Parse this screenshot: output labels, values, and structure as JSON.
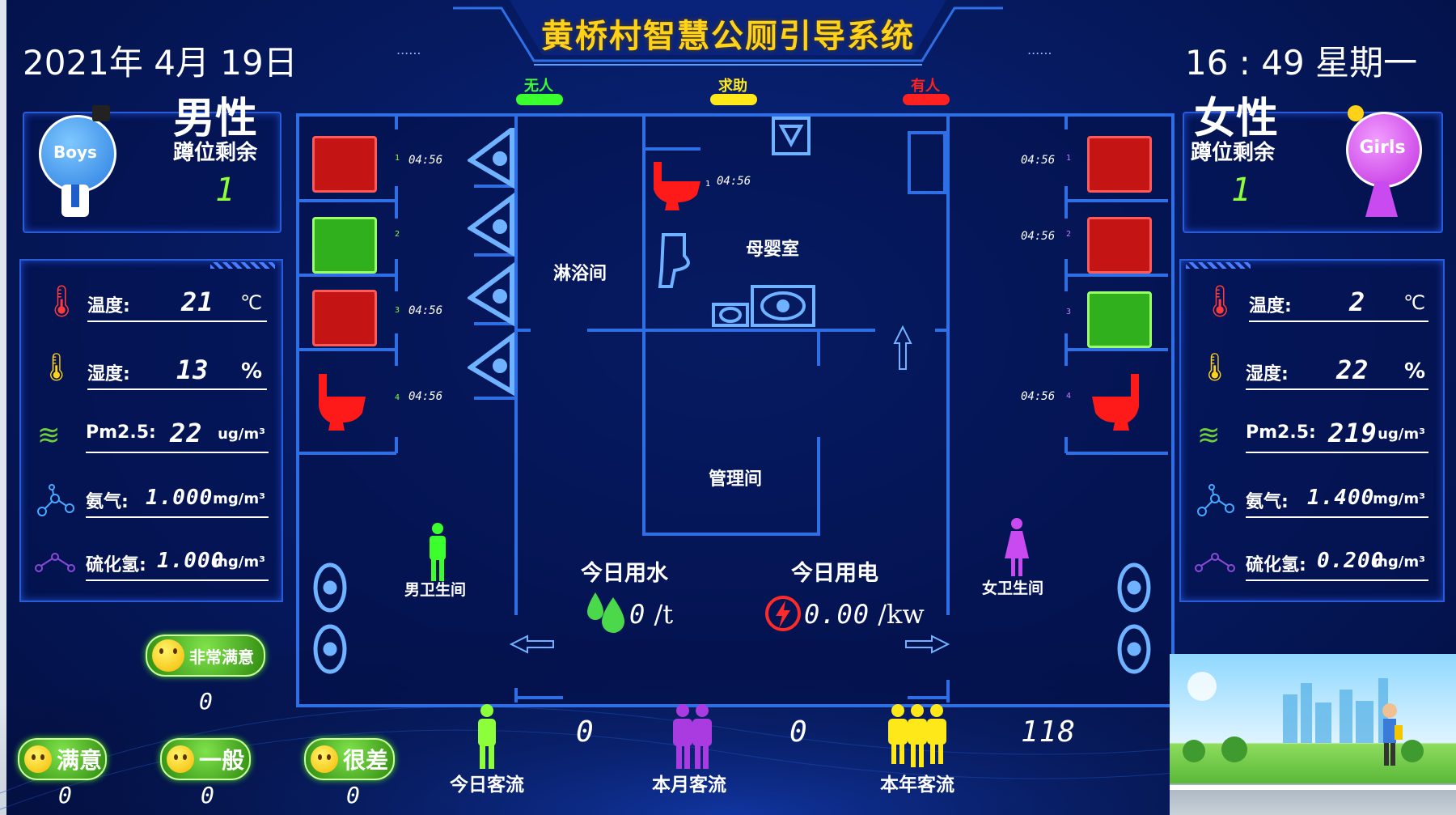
{
  "header": {
    "title": "黄桥村智慧公厕引导系统",
    "date": "2021年 4月 19日",
    "time": "16 : 49 星期一",
    "dots": "......"
  },
  "status_legend": [
    {
      "label": "无人",
      "color": "#3cff2e"
    },
    {
      "label": "求助",
      "color": "#ffe81a"
    },
    {
      "label": "有人",
      "color": "#ff2020"
    }
  ],
  "male": {
    "heading": "男性",
    "sub": "蹲位剩余",
    "remaining": "1",
    "avatar_text": "Boys",
    "env": {
      "temp_label": "温度:",
      "temp": "21",
      "temp_unit": "℃",
      "hum_label": "湿度:",
      "hum": "13",
      "hum_unit": "%",
      "pm_label": "Pm2.5:",
      "pm": "22",
      "pm_unit": "ug/m³",
      "nh3_label": "氨气:",
      "nh3": "1.000",
      "nh3_unit": "mg/m³",
      "h2s_label": "硫化氢:",
      "h2s": "1.000",
      "h2s_unit": "mg/m³"
    }
  },
  "female": {
    "heading": "女性",
    "sub": "蹲位剩余",
    "remaining": "1",
    "avatar_text": "Girls",
    "env": {
      "temp_label": "温度:",
      "temp": "2",
      "temp_unit": "℃",
      "hum_label": "湿度:",
      "hum": "22",
      "hum_unit": "%",
      "pm_label": "Pm2.5:",
      "pm": "219",
      "pm_unit": "ug/m³",
      "nh3_label": "氨气:",
      "nh3": "1.400",
      "nh3_unit": "mg/m³",
      "h2s_label": "硫化氢:",
      "h2s": "0.200",
      "h2s_unit": "mg/m³"
    }
  },
  "floor": {
    "shower": "淋浴间",
    "mother_baby": "母婴室",
    "management": "管理间",
    "male_restroom": "男卫生间",
    "female_restroom": "女卫生间",
    "male_stalls": [
      {
        "no": "1",
        "time": "04:56",
        "status": "occupied"
      },
      {
        "no": "2",
        "time": "",
        "status": "free"
      },
      {
        "no": "3",
        "time": "04:56",
        "status": "occupied"
      },
      {
        "no": "4",
        "time": "04:56",
        "status": "occupied"
      }
    ],
    "female_stalls": [
      {
        "no": "1",
        "time": "04:56",
        "status": "occupied"
      },
      {
        "no": "2",
        "time": "04:56",
        "status": "occupied"
      },
      {
        "no": "3",
        "time": "",
        "status": "free"
      },
      {
        "no": "4",
        "time": "04:56",
        "status": "occupied"
      }
    ],
    "mother_stall": {
      "no": "1",
      "time": "04:56"
    }
  },
  "utilities": {
    "water_label": "今日用水",
    "water_value": "0",
    "water_unit": "/t",
    "power_label": "今日用电",
    "power_value": "0.00",
    "power_unit": "/kw"
  },
  "ratings": {
    "very_satisfied": {
      "label": "非常满意",
      "count": "0"
    },
    "satisfied": {
      "label": "满意",
      "count": "0"
    },
    "average": {
      "label": "一般",
      "count": "0"
    },
    "poor": {
      "label": "很差",
      "count": "0"
    }
  },
  "traffic": {
    "today": {
      "label": "今日客流",
      "value": "0"
    },
    "month": {
      "label": "本月客流",
      "value": "0"
    },
    "year": {
      "label": "本年客流",
      "value": "118"
    }
  },
  "colors": {
    "accent": "#2f6fe6",
    "title": "#ffd21a",
    "free": "#3cff2e",
    "occupied": "#ff2020",
    "help": "#ffe81a"
  }
}
